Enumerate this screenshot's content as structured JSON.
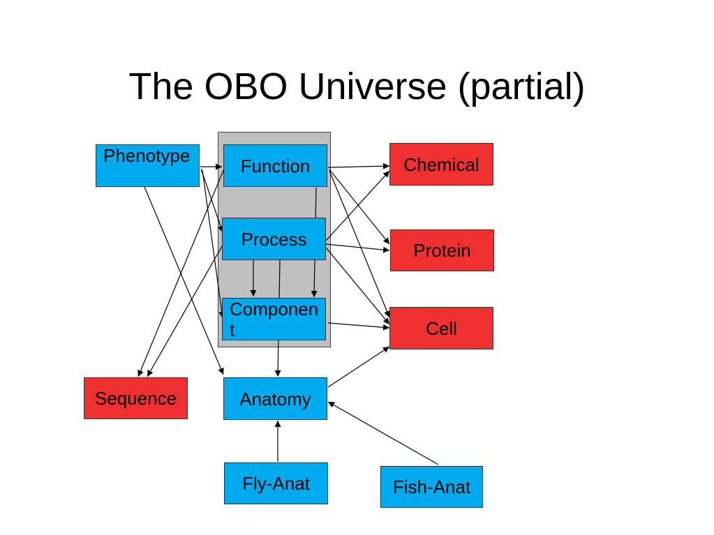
{
  "title": "The OBO Universe (partial)",
  "colors": {
    "obo_node": "#00aaee",
    "external_node": "#f03030",
    "group_box": "#c0c0c0"
  },
  "nodes": {
    "phenotype": "Phenotype",
    "function": "Function",
    "process": "Process",
    "component": "Component",
    "chemical": "Chemical",
    "protein": "Protein",
    "cell": "Cell",
    "sequence": "Sequence",
    "anatomy": "Anatomy",
    "fly_anat": "Fly-Anat",
    "fish_anat": "Fish-Anat"
  },
  "edges": [
    {
      "from": "phenotype",
      "to": "function"
    },
    {
      "from": "phenotype",
      "to": "process"
    },
    {
      "from": "phenotype",
      "to": "component"
    },
    {
      "from": "phenotype",
      "to": "anatomy"
    },
    {
      "from": "function",
      "to": "chemical"
    },
    {
      "from": "function",
      "to": "protein"
    },
    {
      "from": "function",
      "to": "cell"
    },
    {
      "from": "function",
      "to": "component"
    },
    {
      "from": "function",
      "to": "sequence"
    },
    {
      "from": "process",
      "to": "chemical"
    },
    {
      "from": "process",
      "to": "protein"
    },
    {
      "from": "process",
      "to": "cell"
    },
    {
      "from": "process",
      "to": "component"
    },
    {
      "from": "process",
      "to": "anatomy"
    },
    {
      "from": "process",
      "to": "sequence"
    },
    {
      "from": "component",
      "to": "cell"
    },
    {
      "from": "anatomy",
      "to": "cell"
    },
    {
      "from": "fly_anat",
      "to": "anatomy"
    },
    {
      "from": "fish_anat",
      "to": "anatomy"
    }
  ]
}
